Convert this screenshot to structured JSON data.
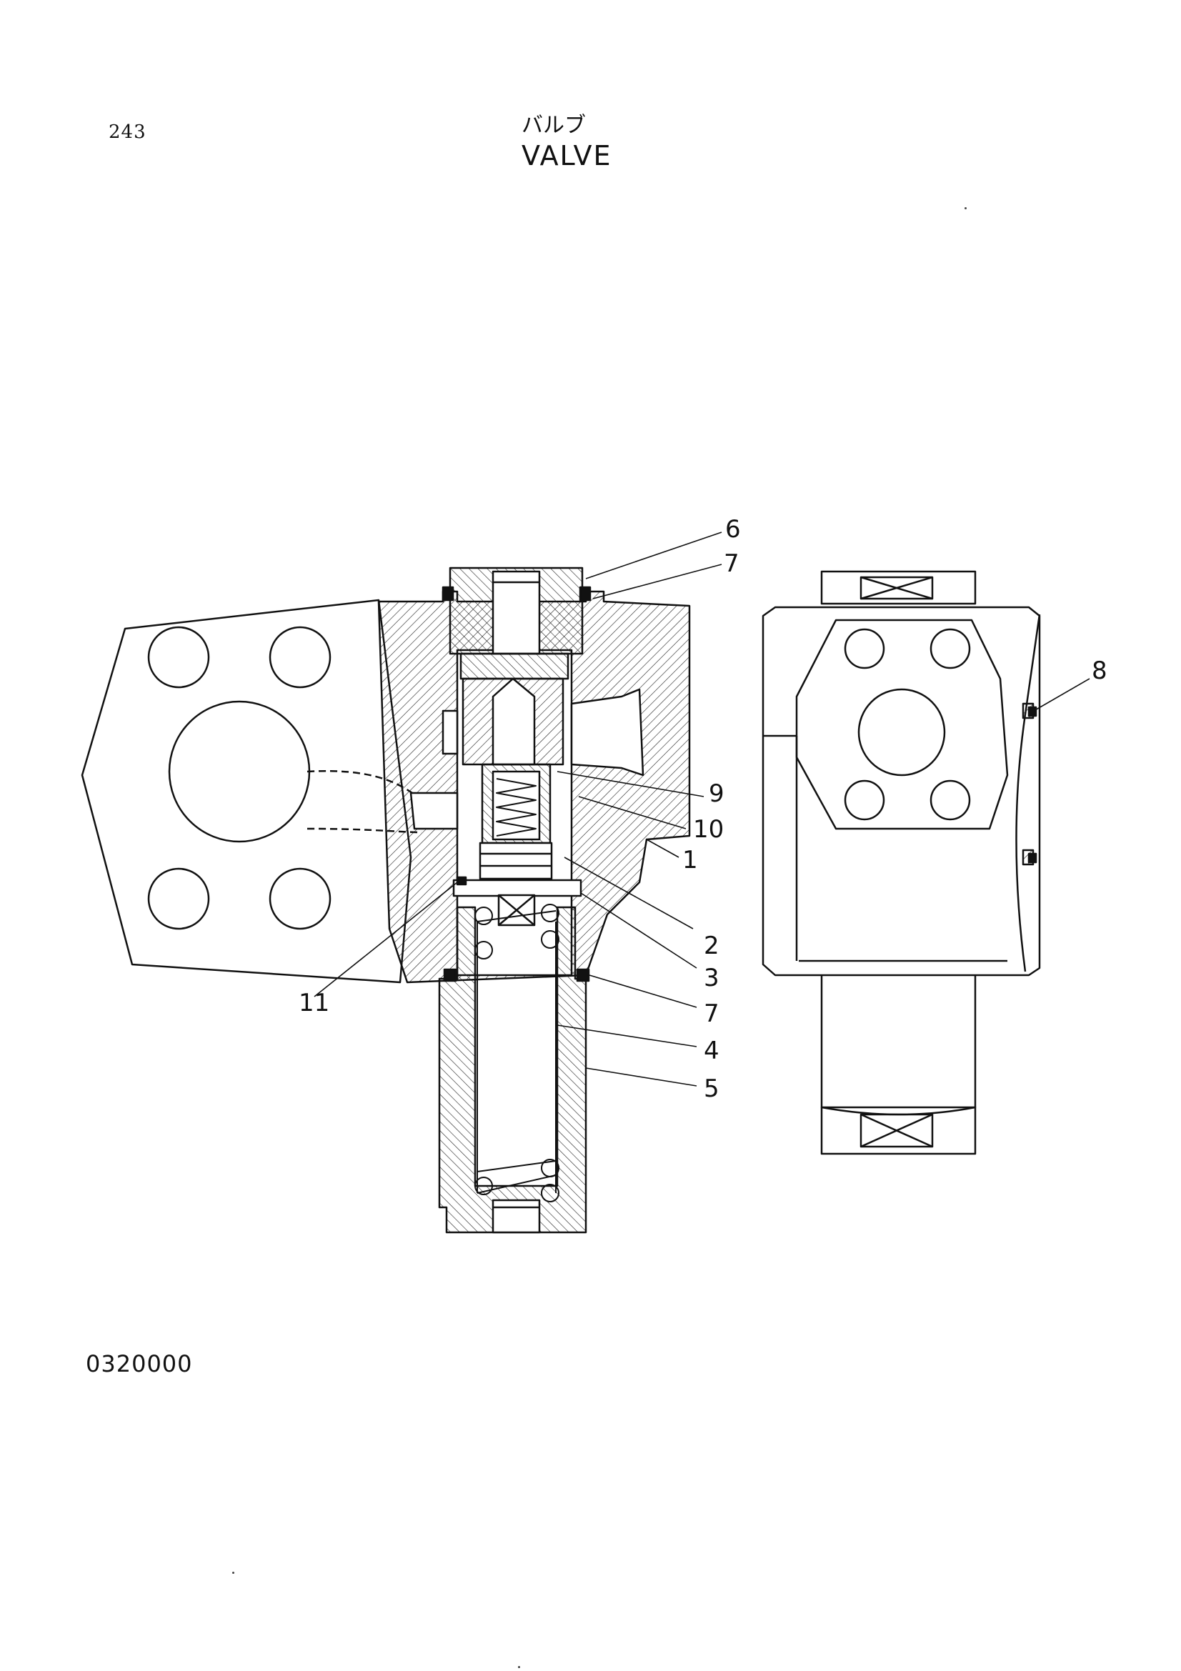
{
  "header": {
    "page_number": "243",
    "title_jp": "バルブ",
    "title_en": "VALVE"
  },
  "footer": {
    "drawing_code": "0320000"
  },
  "callouts": [
    {
      "id": "c6",
      "label": "6"
    },
    {
      "id": "c7a",
      "label": "7"
    },
    {
      "id": "c8",
      "label": "8"
    },
    {
      "id": "c9",
      "label": "9"
    },
    {
      "id": "c10",
      "label": "10"
    },
    {
      "id": "c1",
      "label": "1"
    },
    {
      "id": "c2",
      "label": "2"
    },
    {
      "id": "c3",
      "label": "3"
    },
    {
      "id": "c11",
      "label": "11"
    },
    {
      "id": "c7b",
      "label": "7"
    },
    {
      "id": "c4",
      "label": "4"
    },
    {
      "id": "c5",
      "label": "5"
    }
  ]
}
